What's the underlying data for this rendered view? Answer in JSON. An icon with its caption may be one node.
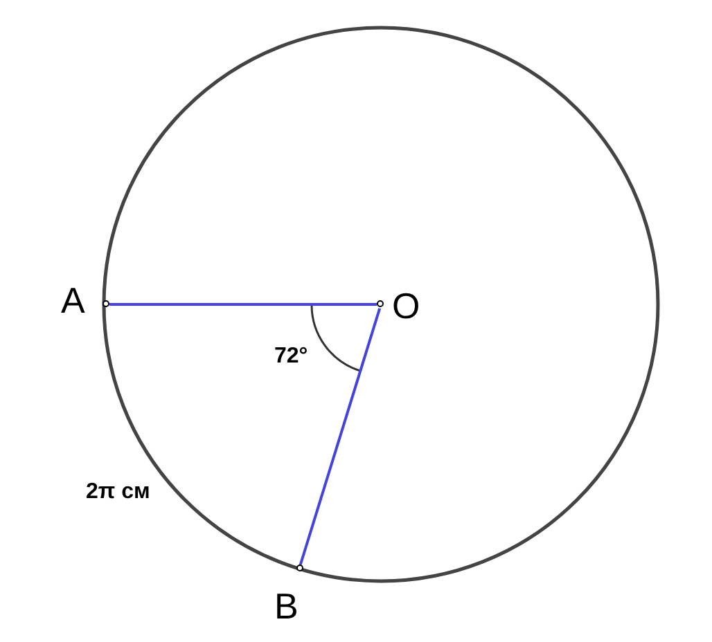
{
  "diagram": {
    "nodes": [
      {
        "text": [
          "A"
        ]
      },
      {
        "text": [
          "O"
        ]
      },
      {
        "text": [
          "B"
        ]
      }
    ],
    "edges": [
      {
        "from": 1,
        "to": 0,
        "arrow": "none"
      },
      {
        "from": 1,
        "to": 2,
        "arrow": "none"
      }
    ],
    "labels": [
      "72°",
      "2π см"
    ]
  }
}
